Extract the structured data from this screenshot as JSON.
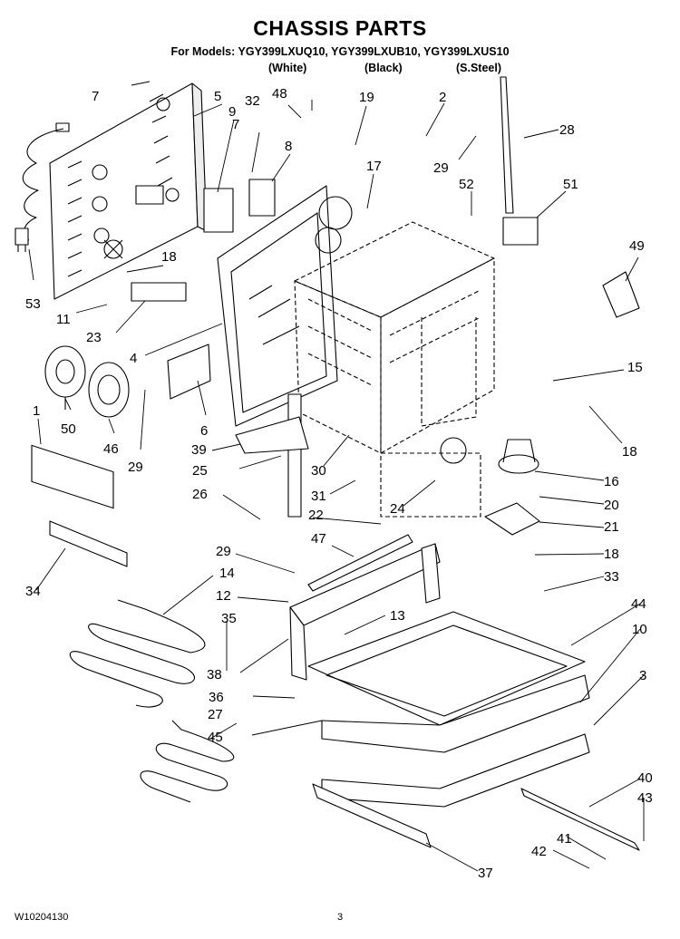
{
  "header": {
    "title": "CHASSIS PARTS",
    "models": "For Models: YGY399LXUQ10, YGY399LXUB10, YGY399LXUS10",
    "variants": [
      "(White)",
      "(Black)",
      "(S.Steel)"
    ]
  },
  "callouts": [
    "7",
    "5",
    "9",
    "32",
    "48",
    "19",
    "2",
    "28",
    "7",
    "8",
    "29",
    "17",
    "52",
    "51",
    "49",
    "53",
    "18",
    "11",
    "23",
    "4",
    "15",
    "50",
    "46",
    "29",
    "18",
    "1",
    "6",
    "39",
    "30",
    "16",
    "25",
    "26",
    "31",
    "24",
    "20",
    "22",
    "21",
    "47",
    "18",
    "34",
    "33",
    "29",
    "14",
    "12",
    "13",
    "35",
    "44",
    "10",
    "38",
    "3",
    "36",
    "27",
    "45",
    "40",
    "43",
    "41",
    "42",
    "37"
  ],
  "footer": {
    "doc_id": "W10204130",
    "page": "3"
  }
}
